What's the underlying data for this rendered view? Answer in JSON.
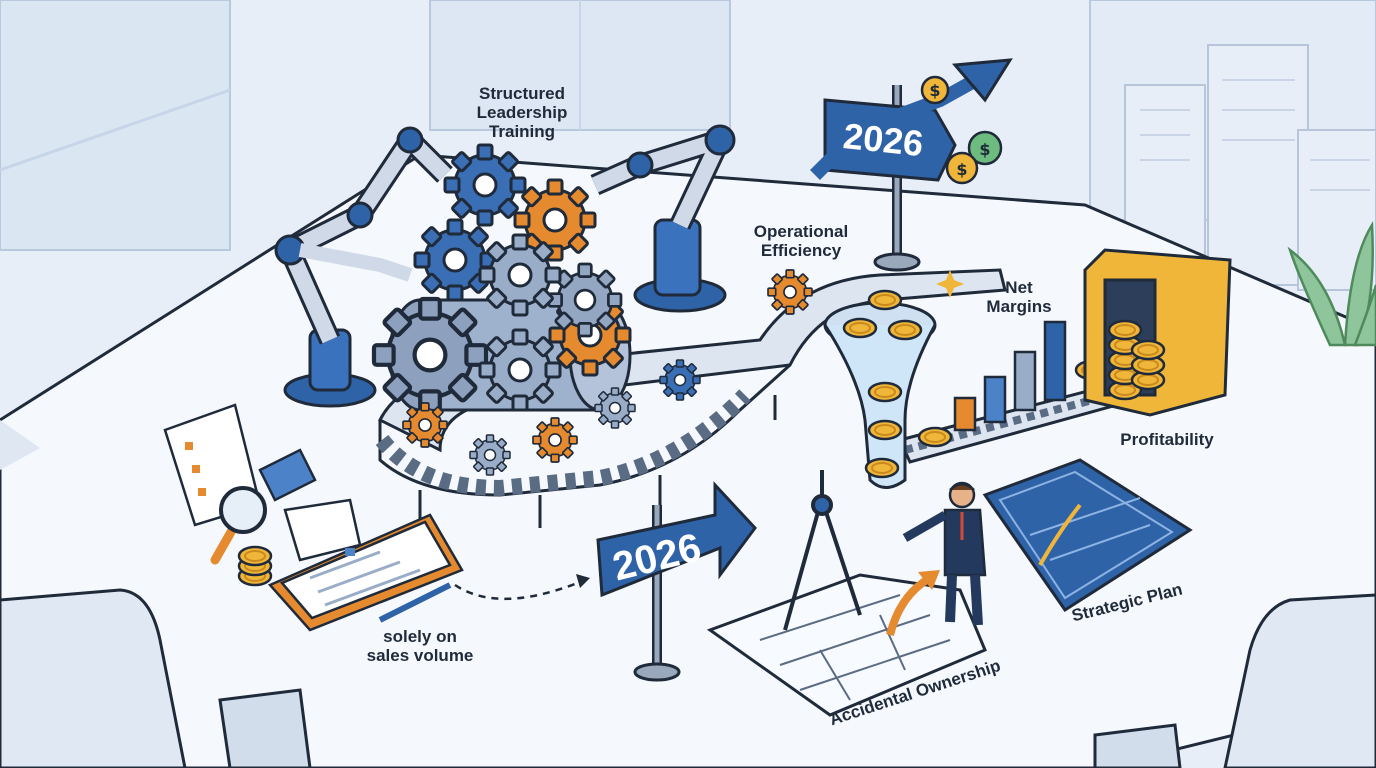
{
  "labels": {
    "training_line1": "Structured",
    "training_line2": "Leadership",
    "training_line3": "Training",
    "efficiency_line1": "Operational",
    "efficiency_line2": "Efficiency",
    "margins_line1": "Net",
    "margins_line2": "Margins",
    "profitability": "Profitability",
    "sales_line1": "solely on",
    "sales_line2": "sales volume",
    "ownership": "Accidental Ownership",
    "strategic": "Strategic Plan"
  },
  "signs": {
    "upper_year": "2026",
    "lower_year": "2026"
  },
  "colors": {
    "primary_blue": "#2f63a8",
    "accent_orange": "#e58a2e",
    "gold": "#f0b63a",
    "desk": "#f4f7fb",
    "outline": "#1f2a3a"
  },
  "icons": [
    "robot-arm-icon",
    "gear-icon",
    "conveyor-belt-icon",
    "funnel-icon",
    "coin-icon",
    "vault-icon",
    "bar-chart-icon",
    "clipboard-icon",
    "magnifier-icon",
    "compass-icon",
    "blueprint-icon",
    "businessman-icon",
    "plant-icon",
    "dollar-icon"
  ]
}
